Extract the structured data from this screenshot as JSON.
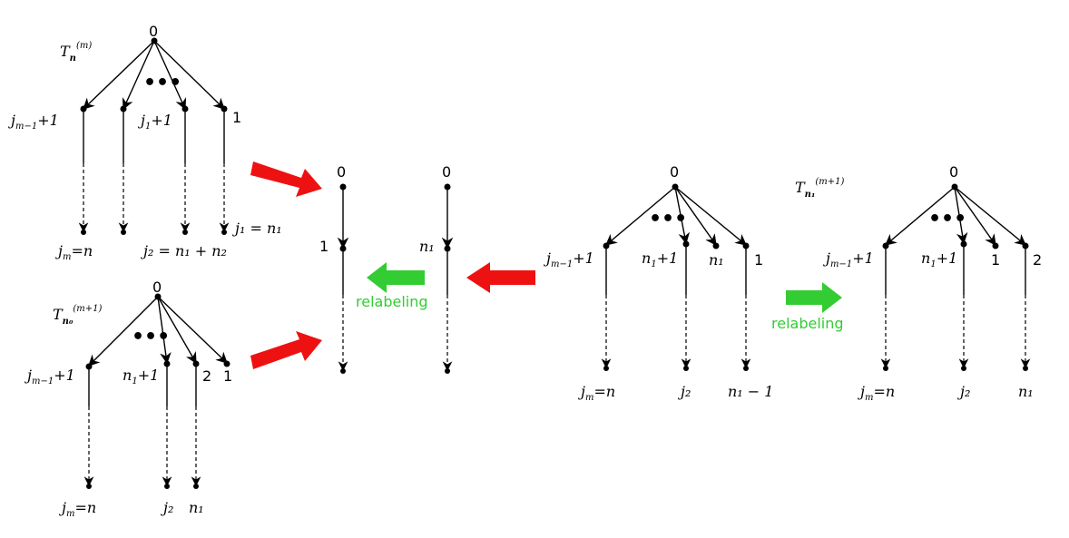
{
  "colors": {
    "red_arrow": "#ee1111",
    "green_arrow": "#33cc33",
    "ink": "#000000"
  },
  "trees": {
    "t1": {
      "title": {
        "main": "T",
        "sub": "n",
        "sup": "(m)"
      },
      "root": "0",
      "c1": {
        "main": "j",
        "sub": "m−1",
        "tail": "+1"
      },
      "c2": {
        "main": "j",
        "sub": "1",
        "tail": "+1"
      },
      "c3": "1",
      "b1": {
        "main": "j",
        "sub": "m",
        "tail": "=n"
      },
      "b2": "j₂ = n₁ + n₂",
      "b3": "j₁ = n₁"
    },
    "t2": {
      "title": {
        "main": "T",
        "sub": "n₀",
        "sup": "(m+1)"
      },
      "root": "0",
      "c1": {
        "main": "j",
        "sub": "m−1",
        "tail": "+1"
      },
      "c2": {
        "main": "n",
        "sub": "1",
        "tail": "+1"
      },
      "c3": "2",
      "c4": "1",
      "b1": {
        "main": "j",
        "sub": "m",
        "tail": "=n"
      },
      "b2": "j₂",
      "b3": "n₁"
    },
    "chain1": {
      "top": "0",
      "mid": "1"
    },
    "chain2": {
      "top": "0",
      "mid": "n₁"
    },
    "t3": {
      "root": "0",
      "c1": {
        "main": "j",
        "sub": "m−1",
        "tail": "+1"
      },
      "c2": {
        "main": "n",
        "sub": "1",
        "tail": "+1"
      },
      "c3": "n₁",
      "c4": "1",
      "b1": {
        "main": "j",
        "sub": "m",
        "tail": "=n"
      },
      "b2": "j₂",
      "b3": "n₁ − 1"
    },
    "t4": {
      "title": {
        "main": "T",
        "sub": "n₁",
        "sup": "(m+1)"
      },
      "root": "0",
      "c1": {
        "main": "j",
        "sub": "m−1",
        "tail": "+1"
      },
      "c2": {
        "main": "n",
        "sub": "1",
        "tail": "+1"
      },
      "c3": "1",
      "c4": "2",
      "b1": {
        "main": "j",
        "sub": "m",
        "tail": "=n"
      },
      "b2": "j₂",
      "b3": "n₁"
    }
  },
  "labels": {
    "relabel_left": "relabeling",
    "relabel_right": "relabeling"
  }
}
